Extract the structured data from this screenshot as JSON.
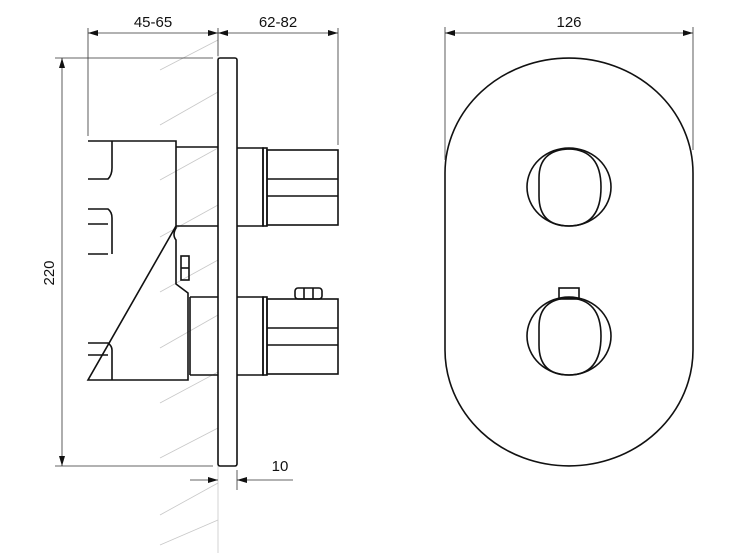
{
  "dimensions": {
    "depth_behind_wall": "45-65",
    "projection_in_front": "62-82",
    "plate_width": "126",
    "plate_height": "220",
    "plate_thickness": "10"
  },
  "colors": {
    "line": "#111111",
    "hatch": "#c8c8c8",
    "background": "#ffffff"
  }
}
